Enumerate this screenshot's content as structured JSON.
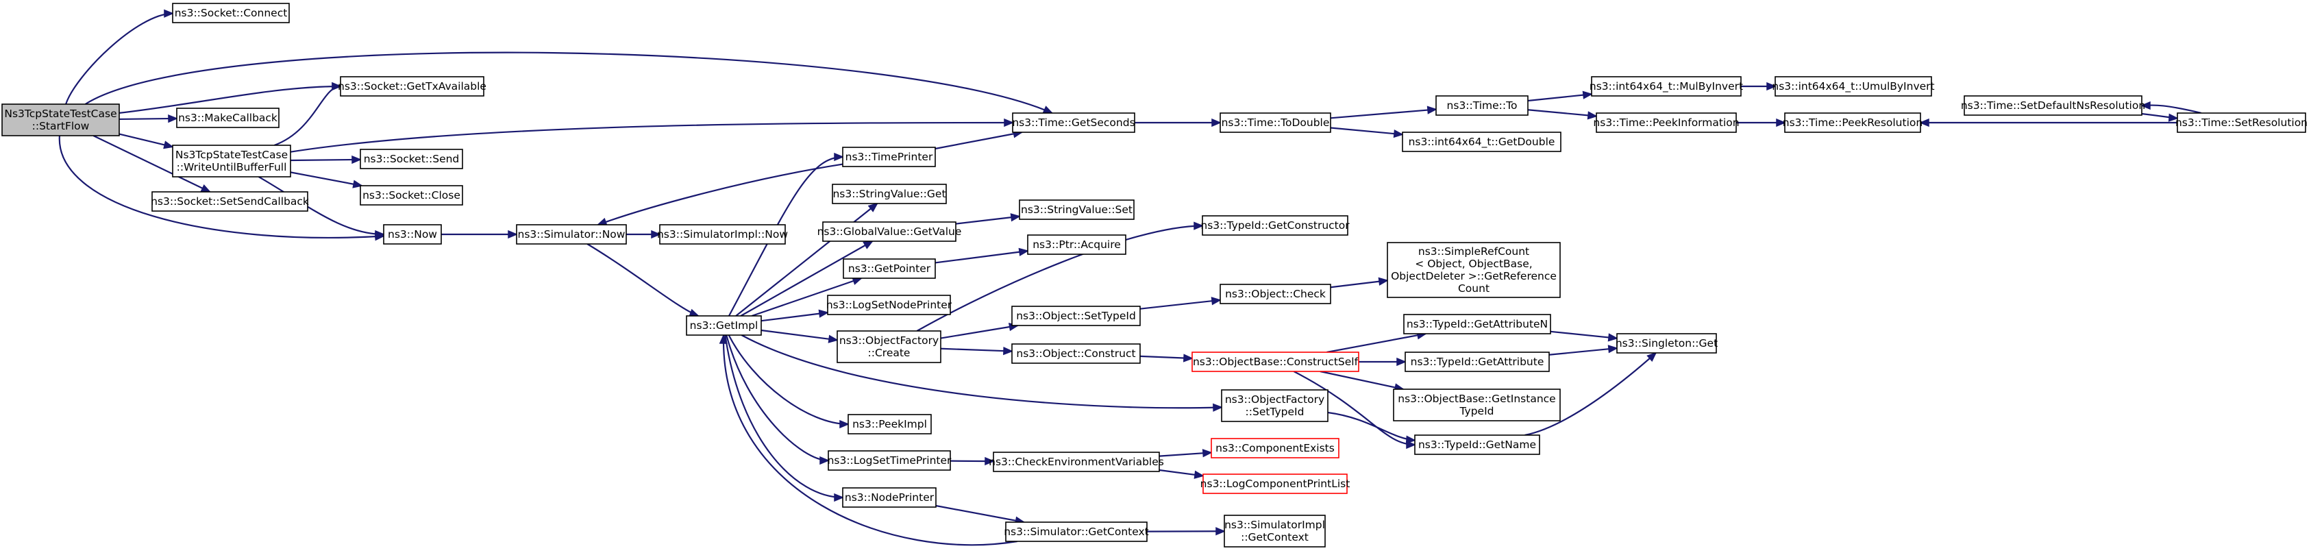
{
  "diagram": {
    "type": "call-graph",
    "colors": {
      "edge": "#191970",
      "node_border": "#000000",
      "truncated_node_border": "#ff0000",
      "root_fill": "#bfbfbf",
      "node_fill": "#ffffff"
    },
    "nodes": [
      {
        "id": "startflow",
        "lines": [
          "Ns3TcpStateTestCase",
          "::StartFlow"
        ],
        "root": true
      },
      {
        "id": "socket_connect",
        "lines": [
          "ns3::Socket::Connect"
        ]
      },
      {
        "id": "socket_gettx",
        "lines": [
          "ns3::Socket::GetTxAvailable"
        ]
      },
      {
        "id": "makecallback",
        "lines": [
          "ns3::MakeCallback"
        ]
      },
      {
        "id": "writeuntil",
        "lines": [
          "Ns3TcpStateTestCase",
          "::WriteUntilBufferFull"
        ]
      },
      {
        "id": "socket_setsendcb",
        "lines": [
          "ns3::Socket::SetSendCallback"
        ]
      },
      {
        "id": "socket_send",
        "lines": [
          "ns3::Socket::Send"
        ]
      },
      {
        "id": "socket_close",
        "lines": [
          "ns3::Socket::Close"
        ]
      },
      {
        "id": "now",
        "lines": [
          "ns3::Now"
        ]
      },
      {
        "id": "sim_now",
        "lines": [
          "ns3::Simulator::Now"
        ]
      },
      {
        "id": "simimpl_now",
        "lines": [
          "ns3::SimulatorImpl::Now"
        ]
      },
      {
        "id": "getimpl",
        "lines": [
          "ns3::GetImpl"
        ]
      },
      {
        "id": "timeprinter",
        "lines": [
          "ns3::TimePrinter"
        ]
      },
      {
        "id": "stringvalue_get",
        "lines": [
          "ns3::StringValue::Get"
        ]
      },
      {
        "id": "globalvalue_getvalue",
        "lines": [
          "ns3::GlobalValue::GetValue"
        ]
      },
      {
        "id": "getpointer",
        "lines": [
          "ns3::GetPointer"
        ]
      },
      {
        "id": "logsetnodeprinter",
        "lines": [
          "ns3::LogSetNodePrinter"
        ]
      },
      {
        "id": "objectfactory_create",
        "lines": [
          "ns3::ObjectFactory",
          "::Create"
        ]
      },
      {
        "id": "peekimpl",
        "lines": [
          "ns3::PeekImpl"
        ]
      },
      {
        "id": "logsettimeprinter",
        "lines": [
          "ns3::LogSetTimePrinter"
        ]
      },
      {
        "id": "nodeprinter",
        "lines": [
          "ns3::NodePrinter"
        ]
      },
      {
        "id": "time_getseconds",
        "lines": [
          "ns3::Time::GetSeconds"
        ]
      },
      {
        "id": "stringvalue_set",
        "lines": [
          "ns3::StringValue::Set"
        ]
      },
      {
        "id": "ptr_acquire",
        "lines": [
          "ns3::Ptr::Acquire"
        ]
      },
      {
        "id": "object_settypeid",
        "lines": [
          "ns3::Object::SetTypeId"
        ]
      },
      {
        "id": "object_construct",
        "lines": [
          "ns3::Object::Construct"
        ]
      },
      {
        "id": "checkenv",
        "lines": [
          "ns3::CheckEnvironmentVariables"
        ]
      },
      {
        "id": "sim_getcontext",
        "lines": [
          "ns3::Simulator::GetContext"
        ]
      },
      {
        "id": "time_todouble",
        "lines": [
          "ns3::Time::ToDouble"
        ]
      },
      {
        "id": "typeid_getconstructor",
        "lines": [
          "ns3::TypeId::GetConstructor"
        ]
      },
      {
        "id": "object_check",
        "lines": [
          "ns3::Object::Check"
        ]
      },
      {
        "id": "objectbase_constructself",
        "lines": [
          "ns3::ObjectBase::ConstructSelf"
        ],
        "truncated": true
      },
      {
        "id": "objectfactory_settypeid",
        "lines": [
          "ns3::ObjectFactory",
          "::SetTypeId"
        ]
      },
      {
        "id": "componentexists",
        "lines": [
          "ns3::ComponentExists"
        ],
        "truncated": true
      },
      {
        "id": "logcomponentprintlist",
        "lines": [
          "ns3::LogComponentPrintList"
        ],
        "truncated": true
      },
      {
        "id": "simimpl_getcontext",
        "lines": [
          "ns3::SimulatorImpl",
          "::GetContext"
        ]
      },
      {
        "id": "time_to",
        "lines": [
          "ns3::Time::To"
        ]
      },
      {
        "id": "int64x64_getdouble",
        "lines": [
          "ns3::int64x64_t::GetDouble"
        ]
      },
      {
        "id": "simplerefcount",
        "lines": [
          "ns3::SimpleRefCount",
          "< Object, ObjectBase,",
          " ObjectDeleter >::GetReference",
          "Count"
        ]
      },
      {
        "id": "typeid_getattributen",
        "lines": [
          "ns3::TypeId::GetAttributeN"
        ]
      },
      {
        "id": "typeid_getattribute",
        "lines": [
          "ns3::TypeId::GetAttribute"
        ]
      },
      {
        "id": "objectbase_getinstancetypeid",
        "lines": [
          "ns3::ObjectBase::GetInstance",
          "TypeId"
        ]
      },
      {
        "id": "typeid_getname",
        "lines": [
          "ns3::TypeId::GetName"
        ]
      },
      {
        "id": "int64x64_mulbyinvert",
        "lines": [
          "ns3::int64x64_t::MulByInvert"
        ]
      },
      {
        "id": "time_peekinformation",
        "lines": [
          "ns3::Time::PeekInformation"
        ]
      },
      {
        "id": "singleton_get",
        "lines": [
          "ns3::Singleton::Get"
        ]
      },
      {
        "id": "int64x64_umulbyinvert",
        "lines": [
          "ns3::int64x64_t::UmulByInvert"
        ]
      },
      {
        "id": "time_peekresolution",
        "lines": [
          "ns3::Time::PeekResolution"
        ]
      },
      {
        "id": "time_setdefaultnsresolution",
        "lines": [
          "ns3::Time::SetDefaultNsResolution"
        ]
      },
      {
        "id": "time_setresolution",
        "lines": [
          "ns3::Time::SetResolution"
        ]
      }
    ],
    "edges": [
      [
        "startflow",
        "socket_connect"
      ],
      [
        "startflow",
        "socket_gettx"
      ],
      [
        "startflow",
        "makecallback"
      ],
      [
        "startflow",
        "writeuntil"
      ],
      [
        "startflow",
        "socket_setsendcb"
      ],
      [
        "startflow",
        "now"
      ],
      [
        "startflow",
        "time_getseconds"
      ],
      [
        "writeuntil",
        "socket_gettx"
      ],
      [
        "writeuntil",
        "socket_send"
      ],
      [
        "writeuntil",
        "socket_close"
      ],
      [
        "writeuntil",
        "now"
      ],
      [
        "writeuntil",
        "time_getseconds"
      ],
      [
        "now",
        "sim_now"
      ],
      [
        "sim_now",
        "simimpl_now"
      ],
      [
        "sim_now",
        "getimpl"
      ],
      [
        "getimpl",
        "timeprinter"
      ],
      [
        "getimpl",
        "stringvalue_get"
      ],
      [
        "getimpl",
        "globalvalue_getvalue"
      ],
      [
        "getimpl",
        "getpointer"
      ],
      [
        "getimpl",
        "logsetnodeprinter"
      ],
      [
        "getimpl",
        "objectfactory_create"
      ],
      [
        "getimpl",
        "objectfactory_settypeid"
      ],
      [
        "getimpl",
        "peekimpl"
      ],
      [
        "getimpl",
        "logsettimeprinter"
      ],
      [
        "getimpl",
        "nodeprinter"
      ],
      [
        "timeprinter",
        "sim_now"
      ],
      [
        "timeprinter",
        "time_getseconds"
      ],
      [
        "globalvalue_getvalue",
        "stringvalue_set"
      ],
      [
        "getpointer",
        "ptr_acquire"
      ],
      [
        "objectfactory_create",
        "typeid_getconstructor"
      ],
      [
        "objectfactory_create",
        "object_settypeid"
      ],
      [
        "objectfactory_create",
        "object_construct"
      ],
      [
        "object_settypeid",
        "object_check"
      ],
      [
        "object_check",
        "simplerefcount"
      ],
      [
        "object_construct",
        "objectbase_constructself"
      ],
      [
        "objectbase_constructself",
        "typeid_getattributen"
      ],
      [
        "objectbase_constructself",
        "typeid_getattribute"
      ],
      [
        "objectbase_constructself",
        "objectbase_getinstancetypeid"
      ],
      [
        "objectbase_constructself",
        "typeid_getname"
      ],
      [
        "typeid_getattributen",
        "singleton_get"
      ],
      [
        "typeid_getattribute",
        "singleton_get"
      ],
      [
        "typeid_getname",
        "singleton_get"
      ],
      [
        "objectfactory_settypeid",
        "typeid_getname"
      ],
      [
        "logsettimeprinter",
        "checkenv"
      ],
      [
        "checkenv",
        "componentexists"
      ],
      [
        "checkenv",
        "logcomponentprintlist"
      ],
      [
        "nodeprinter",
        "sim_getcontext"
      ],
      [
        "sim_getcontext",
        "simimpl_getcontext"
      ],
      [
        "sim_getcontext",
        "getimpl"
      ],
      [
        "time_getseconds",
        "time_todouble"
      ],
      [
        "time_todouble",
        "time_to"
      ],
      [
        "time_todouble",
        "int64x64_getdouble"
      ],
      [
        "time_to",
        "int64x64_mulbyinvert"
      ],
      [
        "time_to",
        "time_peekinformation"
      ],
      [
        "int64x64_mulbyinvert",
        "int64x64_umulbyinvert"
      ],
      [
        "time_peekinformation",
        "time_peekresolution"
      ],
      [
        "time_setresolution",
        "time_peekresolution"
      ],
      [
        "time_setresolution",
        "time_setdefaultnsresolution"
      ],
      [
        "time_setdefaultnsresolution",
        "time_setresolution"
      ]
    ]
  }
}
